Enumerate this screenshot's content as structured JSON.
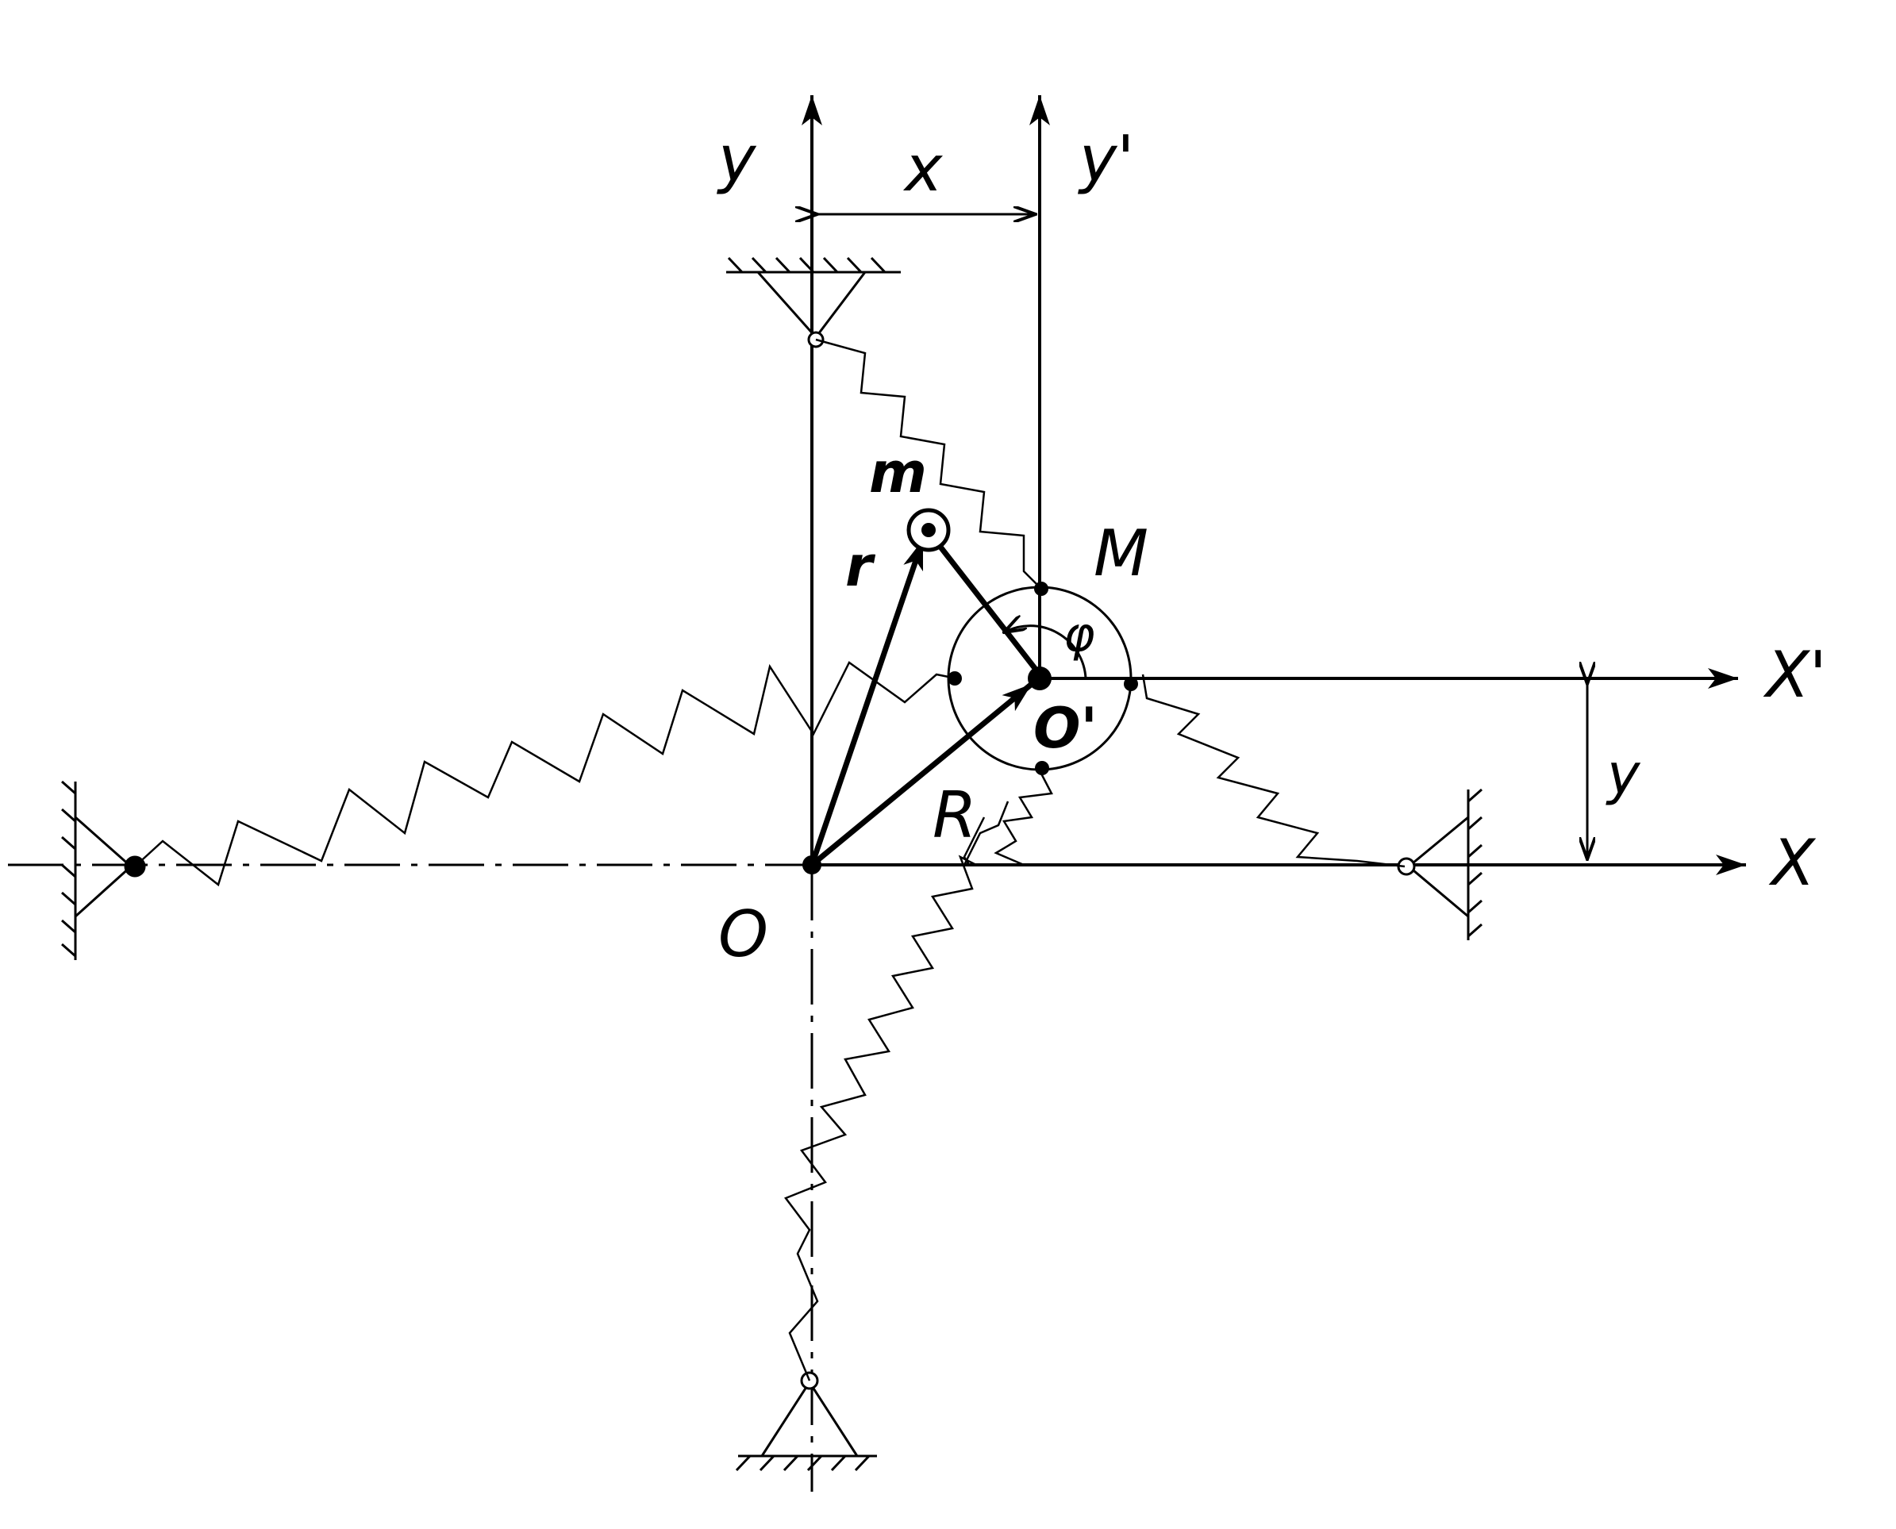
{
  "labels": {
    "y_axis": "y",
    "y_prime_axis": "y'",
    "x_offset": "x",
    "mass": "m",
    "rotor": "M",
    "radius_vec": "r",
    "angle": "φ",
    "x_prime_axis": "X'",
    "center_prime": "O'",
    "y_offset": "y",
    "big_r": "R",
    "x_axis": "X",
    "origin": "O"
  },
  "colors": {
    "ink": "#000000",
    "paper": "#ffffff"
  }
}
